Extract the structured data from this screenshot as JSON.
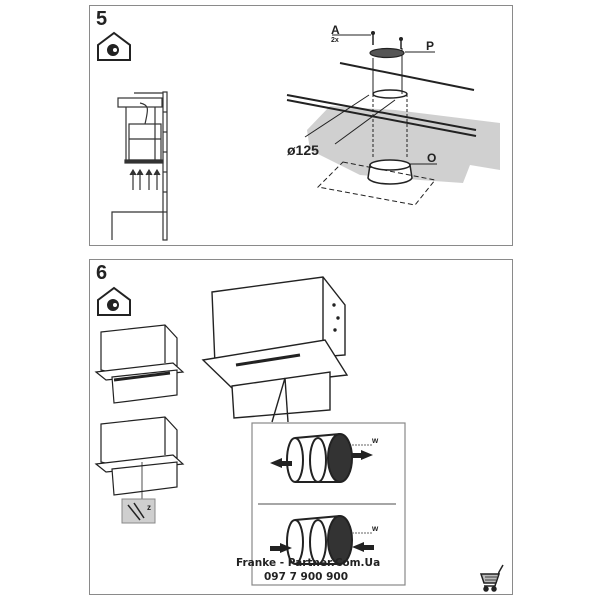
{
  "steps": [
    {
      "number": "5",
      "icon": "ducted-mode-house-icon",
      "labels": {
        "screw": "A",
        "screw_qty": "2x",
        "grille": "P",
        "diameter": "ø125",
        "outlet": "O"
      }
    },
    {
      "number": "6",
      "icon": "ducted-mode-house-icon",
      "labels": {
        "detail_w_top": "w",
        "detail_w_bottom": "w",
        "clip_z": "z"
      }
    }
  ],
  "watermark": {
    "line1": "Franke - Partner.Com.Ua",
    "line2": "097 7 900 900"
  },
  "colors": {
    "border": "#8a8a8a",
    "line": "#222222",
    "ceiling_fill": "#d0d0d0"
  },
  "cart_icon": "shopping-cart-icon"
}
